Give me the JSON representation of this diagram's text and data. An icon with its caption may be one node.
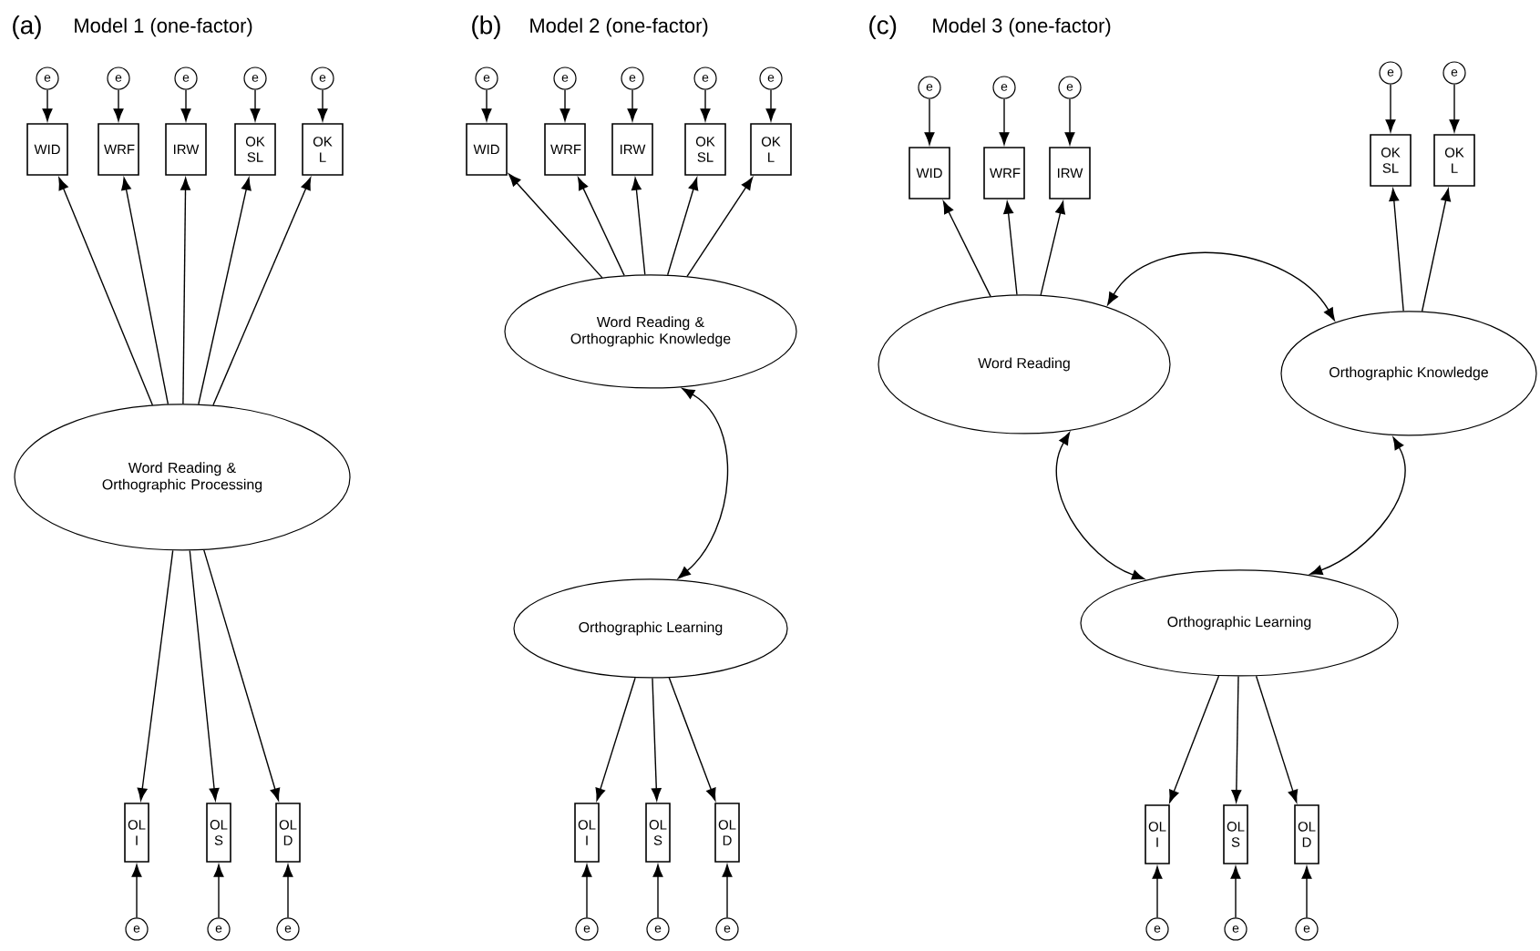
{
  "diagram": {
    "nodes": [
      {
        "text": [
          "e"
        ]
      },
      {
        "text": [
          "e"
        ]
      },
      {
        "text": [
          "e"
        ]
      },
      {
        "text": [
          "e"
        ]
      },
      {
        "text": [
          "e"
        ]
      },
      {
        "text": [
          "WID"
        ]
      },
      {
        "text": [
          "WRF"
        ]
      },
      {
        "text": [
          "IRW"
        ]
      },
      {
        "text": [
          "OK SL"
        ]
      },
      {
        "text": [
          "OK L"
        ]
      },
      {
        "text": [
          "Word Reading & Orthographic Processing"
        ]
      },
      {
        "text": [
          "OL I"
        ]
      },
      {
        "text": [
          "OL S"
        ]
      },
      {
        "text": [
          "OL D"
        ]
      },
      {
        "text": [
          "e"
        ]
      },
      {
        "text": [
          "e"
        ]
      },
      {
        "text": [
          "e"
        ]
      },
      {
        "text": [
          "e"
        ]
      },
      {
        "text": [
          "e"
        ]
      },
      {
        "text": [
          "e"
        ]
      },
      {
        "text": [
          "e"
        ]
      },
      {
        "text": [
          "e"
        ]
      },
      {
        "text": [
          "WID"
        ]
      },
      {
        "text": [
          "WRF"
        ]
      },
      {
        "text": [
          "IRW"
        ]
      },
      {
        "text": [
          "OK SL"
        ]
      },
      {
        "text": [
          "OK L"
        ]
      },
      {
        "text": [
          "Word Reading & Orthographic Knowledge"
        ]
      },
      {
        "text": [
          "Orthographic Learning"
        ]
      },
      {
        "text": [
          "OL I"
        ]
      },
      {
        "text": [
          "OL S"
        ]
      },
      {
        "text": [
          "OL D"
        ]
      },
      {
        "text": [
          "e"
        ]
      },
      {
        "text": [
          "e"
        ]
      },
      {
        "text": [
          "e"
        ]
      },
      {
        "text": [
          "e"
        ]
      },
      {
        "text": [
          "e"
        ]
      },
      {
        "text": [
          "e"
        ]
      },
      {
        "text": [
          "e"
        ]
      },
      {
        "text": [
          "e"
        ]
      },
      {
        "text": [
          "WID"
        ]
      },
      {
        "text": [
          "WRF"
        ]
      },
      {
        "text": [
          "IRW"
        ]
      },
      {
        "text": [
          "OK SL"
        ]
      },
      {
        "text": [
          "OK L"
        ]
      },
      {
        "text": [
          "Word Reading"
        ]
      },
      {
        "text": [
          "Orthographic Knowledge"
        ]
      },
      {
        "text": [
          "Orthographic Learning"
        ]
      },
      {
        "text": [
          "OL I"
        ]
      },
      {
        "text": [
          "OL S"
        ]
      },
      {
        "text": [
          "OL D"
        ]
      },
      {
        "text": [
          "e"
        ]
      },
      {
        "text": [
          "e"
        ]
      },
      {
        "text": [
          "e"
        ]
      }
    ],
    "edges": [
      {
        "from": 0,
        "to": 5,
        "arrow": "to"
      },
      {
        "from": 1,
        "to": 6,
        "arrow": "to"
      },
      {
        "from": 2,
        "to": 7,
        "arrow": "to"
      },
      {
        "from": 3,
        "to": 8,
        "arrow": "to"
      },
      {
        "from": 4,
        "to": 9,
        "arrow": "to"
      },
      {
        "from": 10,
        "to": 5,
        "arrow": "to"
      },
      {
        "from": 10,
        "to": 6,
        "arrow": "to"
      },
      {
        "from": 10,
        "to": 7,
        "arrow": "to"
      },
      {
        "from": 10,
        "to": 8,
        "arrow": "to"
      },
      {
        "from": 10,
        "to": 9,
        "arrow": "to"
      },
      {
        "from": 10,
        "to": 11,
        "arrow": "to"
      },
      {
        "from": 10,
        "to": 12,
        "arrow": "to"
      },
      {
        "from": 10,
        "to": 13,
        "arrow": "to"
      },
      {
        "from": 14,
        "to": 11,
        "arrow": "to"
      },
      {
        "from": 15,
        "to": 12,
        "arrow": "to"
      },
      {
        "from": 16,
        "to": 13,
        "arrow": "to"
      },
      {
        "from": 17,
        "to": 22,
        "arrow": "to"
      },
      {
        "from": 18,
        "to": 23,
        "arrow": "to"
      },
      {
        "from": 19,
        "to": 24,
        "arrow": "to"
      },
      {
        "from": 20,
        "to": 25,
        "arrow": "to"
      },
      {
        "from": 21,
        "to": 26,
        "arrow": "to"
      },
      {
        "from": 27,
        "to": 22,
        "arrow": "to"
      },
      {
        "from": 27,
        "to": 23,
        "arrow": "to"
      },
      {
        "from": 27,
        "to": 24,
        "arrow": "to"
      },
      {
        "from": 27,
        "to": 25,
        "arrow": "to"
      },
      {
        "from": 27,
        "to": 26,
        "arrow": "to"
      },
      {
        "from": 27,
        "to": 28,
        "arrow": "both"
      },
      {
        "from": 28,
        "to": 29,
        "arrow": "to"
      },
      {
        "from": 28,
        "to": 30,
        "arrow": "to"
      },
      {
        "from": 28,
        "to": 31,
        "arrow": "to"
      },
      {
        "from": 32,
        "to": 29,
        "arrow": "to"
      },
      {
        "from": 33,
        "to": 30,
        "arrow": "to"
      },
      {
        "from": 34,
        "to": 31,
        "arrow": "to"
      },
      {
        "from": 35,
        "to": 40,
        "arrow": "to"
      },
      {
        "from": 36,
        "to": 41,
        "arrow": "to"
      },
      {
        "from": 37,
        "to": 42,
        "arrow": "to"
      },
      {
        "from": 38,
        "to": 43,
        "arrow": "to"
      },
      {
        "from": 39,
        "to": 44,
        "arrow": "to"
      },
      {
        "from": 45,
        "to": 40,
        "arrow": "to"
      },
      {
        "from": 45,
        "to": 41,
        "arrow": "to"
      },
      {
        "from": 45,
        "to": 42,
        "arrow": "to"
      },
      {
        "from": 46,
        "to": 43,
        "arrow": "to"
      },
      {
        "from": 46,
        "to": 44,
        "arrow": "to"
      },
      {
        "from": 45,
        "to": 46,
        "arrow": "both"
      },
      {
        "from": 45,
        "to": 47,
        "arrow": "both"
      },
      {
        "from": 46,
        "to": 47,
        "arrow": "both"
      },
      {
        "from": 47,
        "to": 48,
        "arrow": "to"
      },
      {
        "from": 47,
        "to": 49,
        "arrow": "to"
      },
      {
        "from": 47,
        "to": 50,
        "arrow": "to"
      },
      {
        "from": 51,
        "to": 48,
        "arrow": "to"
      },
      {
        "from": 52,
        "to": 49,
        "arrow": "to"
      },
      {
        "from": 53,
        "to": 50,
        "arrow": "to"
      }
    ],
    "labels": [
      "(a)",
      "Model 1 (one-factor)",
      "(b)",
      "Model 2 (one-factor)",
      "(c)",
      "Model 3 (one-factor)"
    ]
  }
}
